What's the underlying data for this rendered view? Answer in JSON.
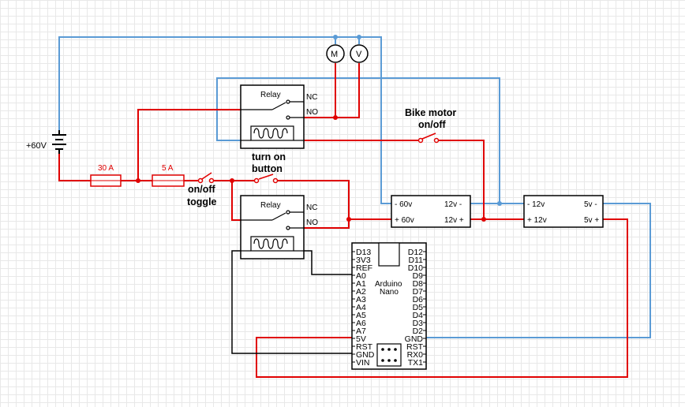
{
  "colors": {
    "red": "#e00000",
    "blue": "#5b9bd5",
    "black": "#000000",
    "grid": "#e8e8e8"
  },
  "battery": {
    "label": "+60V"
  },
  "fuses": {
    "f1": "30 A",
    "f2": "5 A"
  },
  "labels": {
    "onoff_toggle_line1": "on/off",
    "onoff_toggle_line2": "toggle",
    "turn_on_line1": "turn on",
    "turn_on_line2": "button",
    "bike_line1": "Bike motor",
    "bike_line2": "on/off"
  },
  "meters": {
    "motor": "M",
    "voltmeter": "V"
  },
  "relay1": {
    "title": "Relay",
    "nc": "NC",
    "no": "NO"
  },
  "relay2": {
    "title": "Relay",
    "nc": "NC",
    "no": "NO"
  },
  "conv1": {
    "in_neg": "- 60v",
    "in_pos": "+ 60v",
    "out_neg": "12v -",
    "out_pos": "12v +"
  },
  "conv2": {
    "in_neg": "- 12v",
    "in_pos": "+ 12v",
    "out_neg": "5v -",
    "out_pos": "5v +"
  },
  "arduino": {
    "title_line1": "Arduino",
    "title_line2": "Nano",
    "left_pins": [
      "D13",
      "3V3",
      "REF",
      "A0",
      "A1",
      "A2",
      "A3",
      "A4",
      "A5",
      "A6",
      "A7",
      "5V",
      "RST",
      "GND",
      "VIN"
    ],
    "right_pins": [
      "D12",
      "D11",
      "D10",
      "D9",
      "D8",
      "D7",
      "D6",
      "D5",
      "D4",
      "D3",
      "D2",
      "GND",
      "RST",
      "RX0",
      "TX1"
    ]
  }
}
